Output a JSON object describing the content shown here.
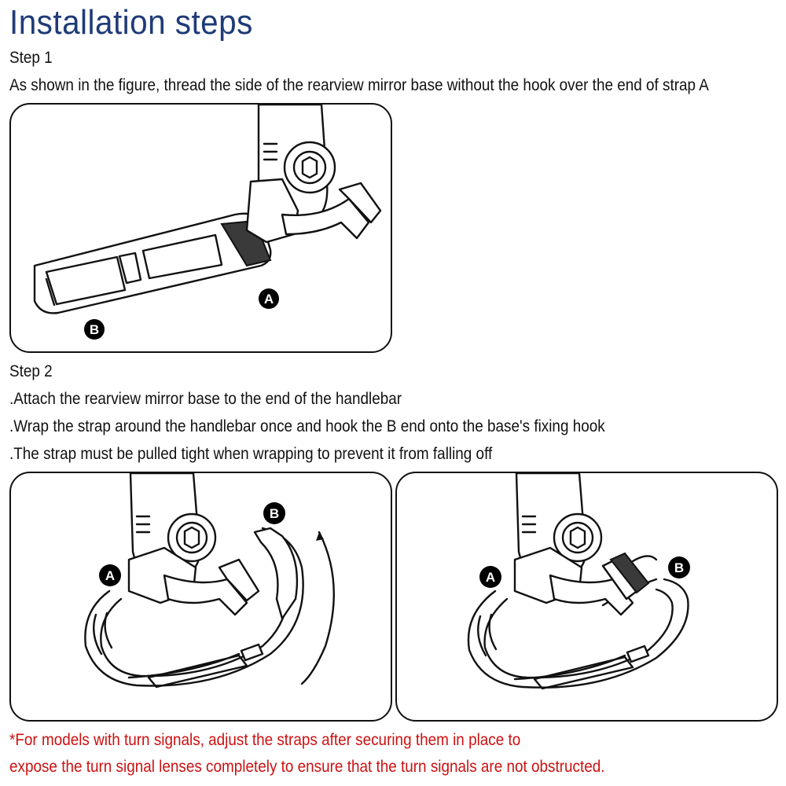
{
  "title": "Installation steps",
  "step1": {
    "heading": "Step 1",
    "lines": [
      "As shown in the figure, thread the side of the rearview mirror base without the hook over the end of strap A"
    ],
    "labels": {
      "a": "A",
      "b": "B"
    }
  },
  "step2": {
    "heading": "Step 2",
    "lines": [
      ".Attach the rearview mirror base to the end of the handlebar",
      ".Wrap the strap around the handlebar once and hook the B end onto the base's fixing hook",
      ".The strap must be pulled tight when wrapping to prevent it from falling off"
    ],
    "left_labels": {
      "a": "A",
      "b": "B"
    },
    "right_labels": {
      "a": "A",
      "b": "B"
    }
  },
  "note": {
    "lines": [
      "*For models with turn signals, adjust the straps after securing them in place to",
      "expose the turn signal lenses completely to ensure that the turn signals are not obstructed."
    ]
  },
  "colors": {
    "title": "#1f3b78",
    "note": "#cc1111"
  }
}
